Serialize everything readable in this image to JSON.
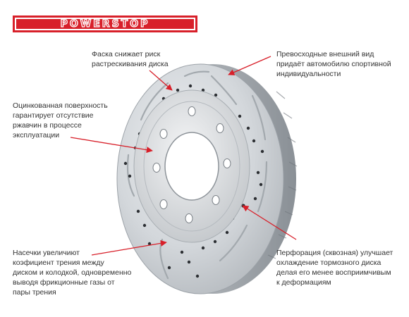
{
  "brand": {
    "logo_text": "POWERSTOP",
    "accent_color": "#d8202a"
  },
  "callouts": [
    {
      "id": "chamfer",
      "text": "Фаска снижает риск\nрастрескивания диска"
    },
    {
      "id": "appearance",
      "text": "Превосходные внешний вид\nпридаёт автомобилю спортивной\nиндивидуальности"
    },
    {
      "id": "coating",
      "text": "Оцинкованная поверхность\nгарантирует отсутствие\nржавчин в процессе\nэксплуатации"
    },
    {
      "id": "slots",
      "text": "Насечки увеличиют\nкоэфициент трения между\nдиском и колодкой, одновременно\nвыводя фрикционные газы от\nпары трения"
    },
    {
      "id": "drilling",
      "text": "Перфорация (сквозная) улучшает\nохлаждение тормозного диска\nделая его менее восприимчивым\nк деформациям"
    }
  ],
  "colors": {
    "arrow": "#d8202a",
    "disc_face": "#c9cdd1",
    "disc_edge": "#8e9399"
  }
}
